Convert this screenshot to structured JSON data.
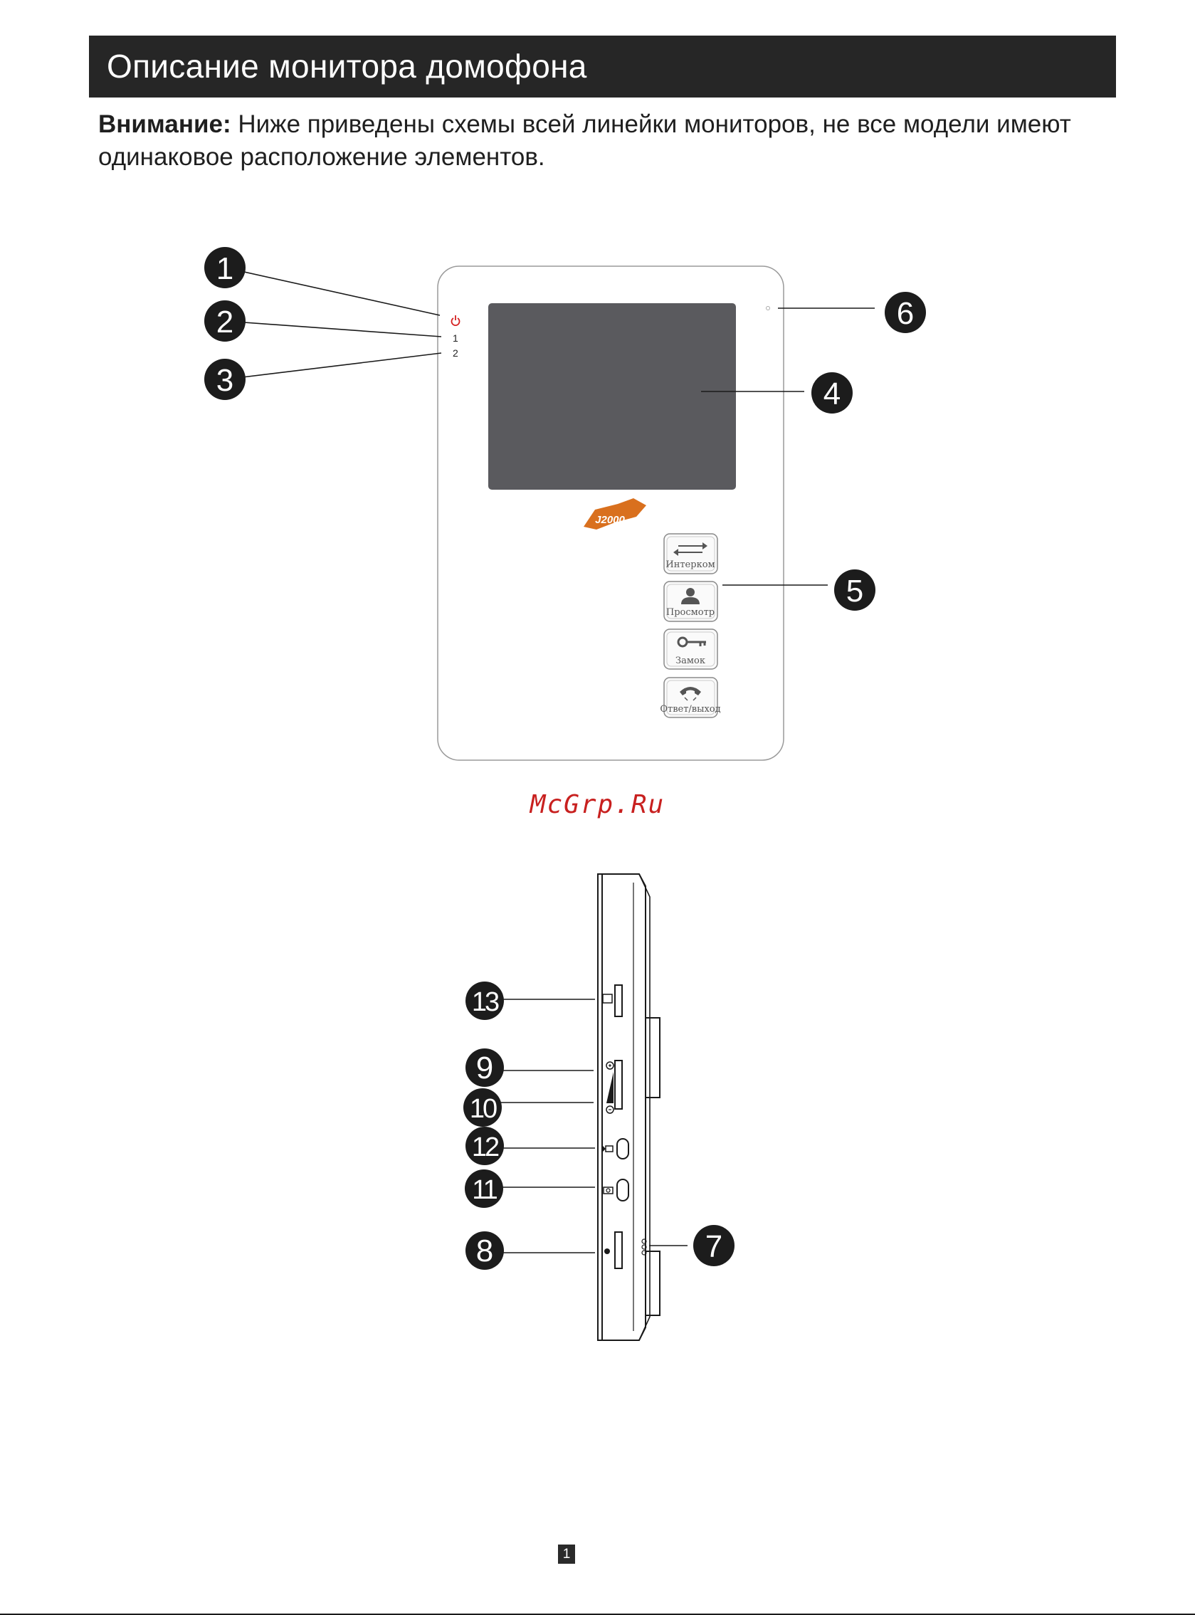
{
  "header": {
    "title": "Описание монитора домофона"
  },
  "notice": {
    "label": "Внимание:",
    "text": " Ниже приведены схемы всей линейки мониторов, не все модели имеют одинаковое расположение элементов."
  },
  "front_panel": {
    "led_labels": [
      "1",
      "2"
    ],
    "buttons": [
      {
        "label": "Интерком",
        "icon": "arrows-icon"
      },
      {
        "label": "Просмотр",
        "icon": "person-icon"
      },
      {
        "label": "Замок",
        "icon": "key-icon"
      },
      {
        "label": "Ответ/выход",
        "icon": "handset-icon"
      }
    ],
    "logo": "J2000"
  },
  "callouts_front": [
    "1",
    "2",
    "3",
    "4",
    "5",
    "6"
  ],
  "callouts_side": [
    "13",
    "9",
    "10",
    "12",
    "11",
    "8",
    "7"
  ],
  "watermark": "McGrp.Ru",
  "page_number": "1",
  "colors": {
    "header_bg": "#262626",
    "screen": "#5a5a5e",
    "callout": "#1c1c1c",
    "watermark": "#c8201f",
    "power_led": "#d42020"
  }
}
